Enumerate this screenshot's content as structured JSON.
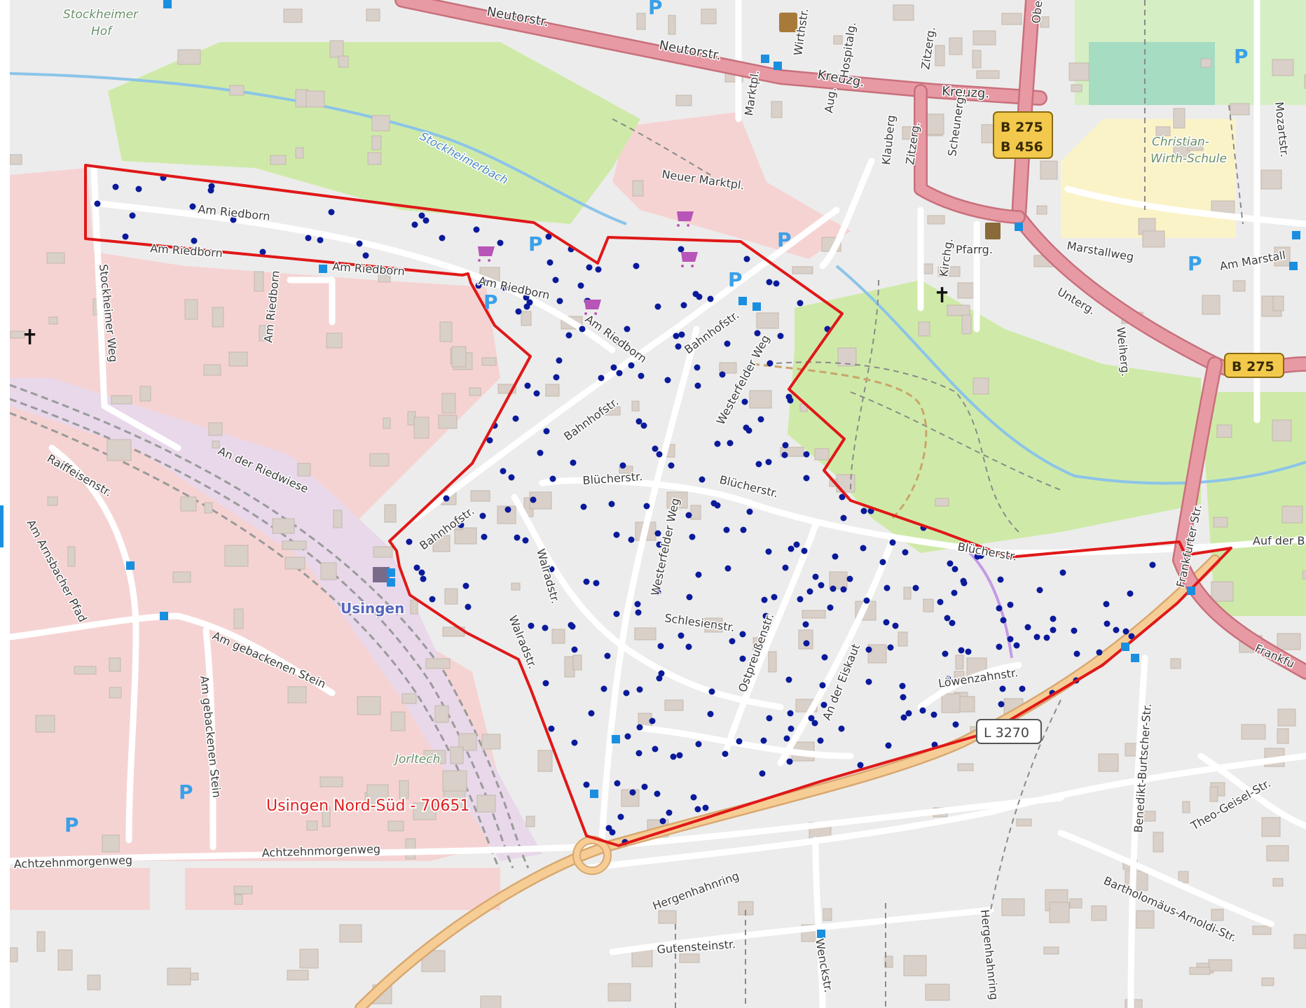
{
  "map": {
    "region_label": "Usingen Nord-Süd - 70651",
    "place_label": "Usingen",
    "colors": {
      "background": "#ececec",
      "residential": "#f6d3d3",
      "green": "#cfeaa8",
      "water": "#8cc4e8",
      "railway_area": "#e8d8ea",
      "primary_road": "#dd8a96",
      "secondary_road": "#f4c48a",
      "boundary": "#e01818",
      "points": "#0a1a9a",
      "stops": "#1a8fe0"
    },
    "route_badges": {
      "b275_b456": [
        "B 275",
        "B 456"
      ],
      "b275": "B 275",
      "l3270": "L 3270"
    },
    "streets": {
      "neutorstr_1": "Neutorstr.",
      "neutorstr_2": "Neutorstr.",
      "kreuzg_1": "Kreuzg.",
      "kreuzg_2": "Kreuzg.",
      "wirthstr": "Wirthstr.",
      "hospitalg": "Hospitalg.",
      "marktpl": "Marktpl.",
      "aug": "Aug.",
      "zitzerg_1": "Zitzerg.",
      "zitzerg_2": "Zitzerg.",
      "scheunerg": "Scheunerg.",
      "klauberg": "Klauberg",
      "neuer_marktpl": "Neuer Marktpl.",
      "kirchg": "Kirchg.",
      "pfarrg": "Pfarrg.",
      "marstallweg": "Marstallweg",
      "am_marstall": "Am Marstall",
      "unterg": "Unterg.",
      "weiherg": "Weiherg.",
      "mozartstr": "Mozartstr.",
      "obe": "Obe",
      "am_riedborn_1": "Am Riedborn",
      "am_riedborn_2": "Am Riedborn",
      "am_riedborn_3": "Am Riedborn",
      "am_riedborn_4": "Am Riedborn",
      "am_riedborn_5": "Am Riedborn",
      "am_riedborn_6": "Am Riedborn",
      "stockheimer_weg": "Stockheimer Weg",
      "bahnhofstr_1": "Bahnhofstr.",
      "bahnhofstr_2": "Bahnhofstr.",
      "bahnhofstr_3": "Bahnhofstr.",
      "westerfelder_weg_1": "Westerfelder Weg",
      "westerfelder_weg_2": "Westerfelder Weg",
      "bluecherstr_1": "Blücherstr.",
      "bluecherstr_2": "Blücherstr.",
      "bluecherstr_3": "Blücherstr.",
      "walradstr_1": "Walradstr.",
      "walradstr_2": "Walradstr.",
      "schlesienstr": "Schlesienstr.",
      "ostpreussenstr": "Ostpreußenstr.",
      "an_der_eiskaut": "An der Eiskaut",
      "loewenzahnstr": "Löwenzahnstr.",
      "an_der_riedwiese": "An der Riedwiese",
      "raiffeisenstr": "Raiffeisenstr.",
      "am_arnsbacher_pfad": "Am Arnsbacher Pfad",
      "am_gebackenen_stein_1": "Am gebackenen Stein",
      "am_gebackenen_stein_2": "Am gebackenen Stein",
      "achtzehnmorgenweg_1": "Achtzehnmorgenweg",
      "achtzehnmorgenweg_2": "Achtzehnmorgenweg",
      "frankfurter_str": "Frankfurter Str.",
      "frankfu": "Frankfu",
      "auf_der_b": "Auf der B",
      "hergenhahnring_1": "Hergenhahnring",
      "hergenhahnring_2": "Hergenhahnring",
      "gutensteinstr": "Gutensteinstr.",
      "wenckstr": "Wenckstr.",
      "benedikt_burtscher_str": "Benedikt-Burtscher-Str.",
      "theo_geisel_str": "Theo-Geisel-Str.",
      "bartholomaeus_arnoldi_str": "Bartholomäus-Arnoldi-Str."
    },
    "areas": {
      "stockheimer_hof": [
        "Stockheimer",
        "Hof"
      ],
      "christian_wirth_schule": [
        "Christian-",
        "Wirth-Schule"
      ],
      "stockheimerbach": "Stockheimerbach",
      "jorltech": "Jorltech"
    },
    "parking_symbol": "P",
    "icons": [
      "parking-icon",
      "shop-icon",
      "church-icon",
      "library-icon",
      "townhall-icon",
      "bus-stop-icon",
      "station-icon"
    ]
  }
}
